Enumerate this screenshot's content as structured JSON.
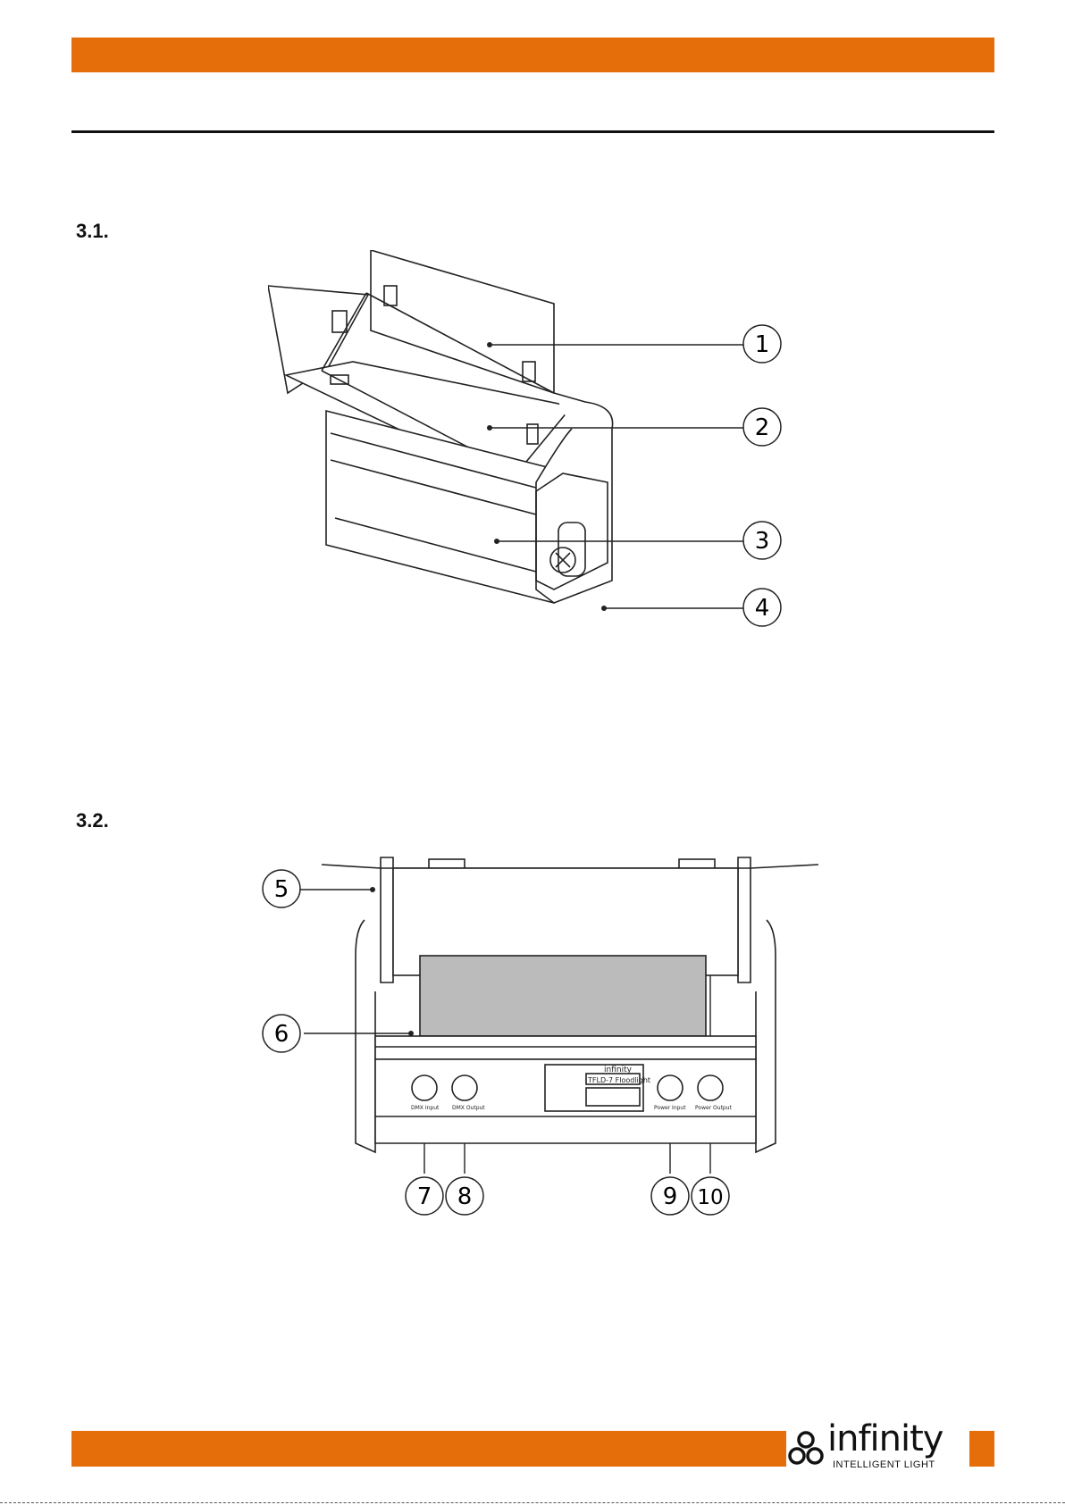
{
  "header": {
    "accent": "#e56e0b"
  },
  "sections": [
    {
      "number": "3.1."
    },
    {
      "number": "3.2."
    }
  ],
  "figure1": {
    "callouts": [
      "1",
      "2",
      "3",
      "4"
    ]
  },
  "figure2": {
    "callouts": [
      "5",
      "6",
      "7",
      "8",
      "9",
      "10"
    ],
    "label_logo": "infinity",
    "label_model": "TFLD-7 Floodlight",
    "connector_labels": [
      "DMX Input",
      "DMX Output",
      "Power Input",
      "Power Output"
    ]
  },
  "footer": {
    "brand": "infinity",
    "tagline": "INTELLIGENT LIGHT",
    "accent": "#e56e0b"
  }
}
